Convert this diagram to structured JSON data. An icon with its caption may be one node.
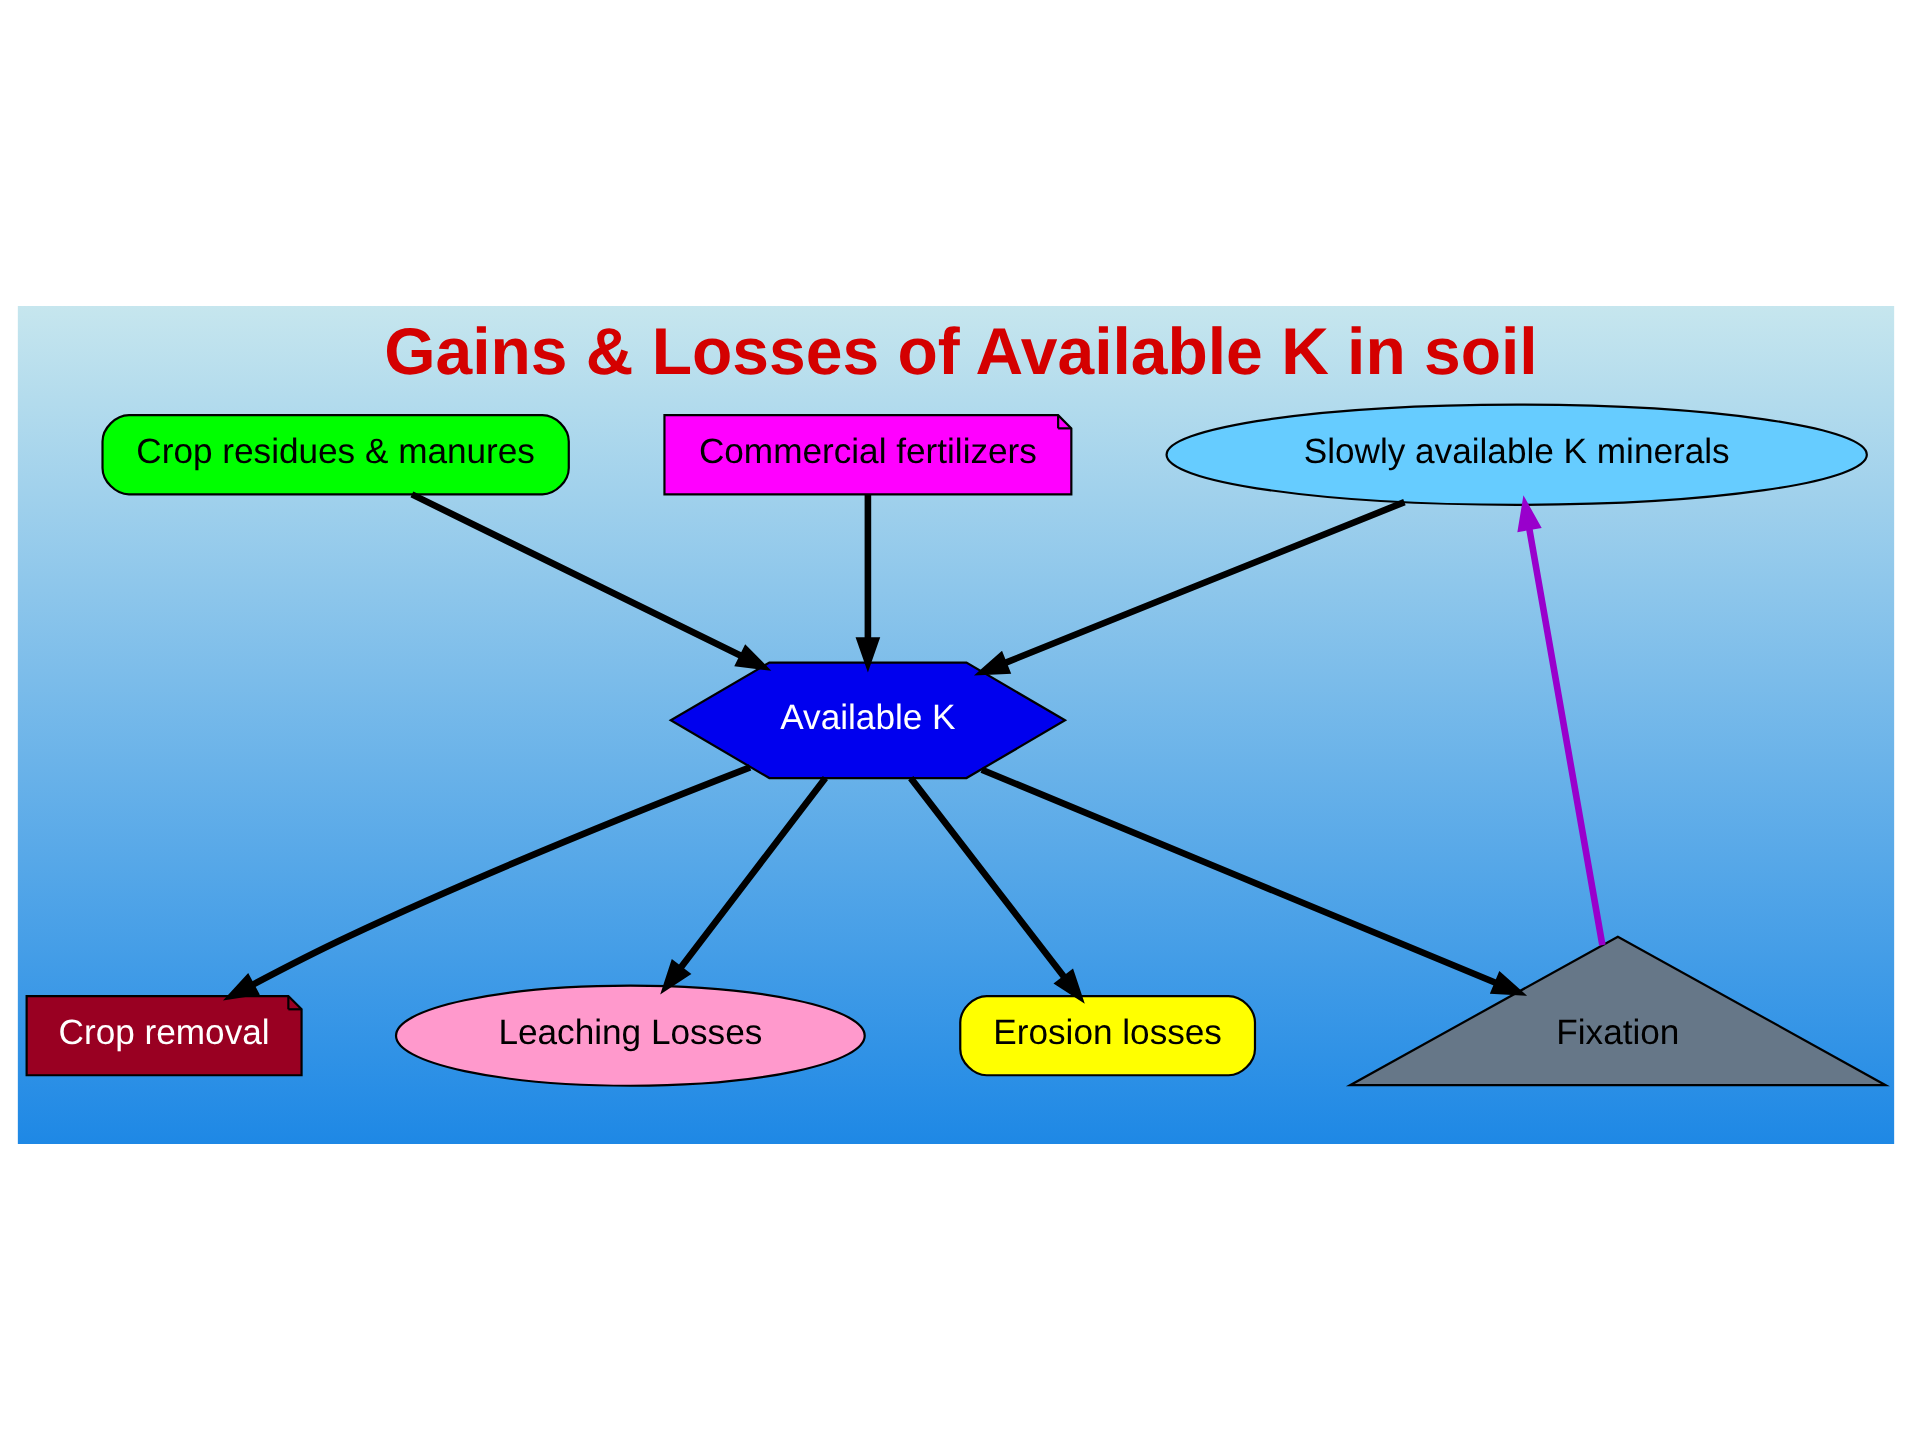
{
  "diagram": {
    "title": "Gains & Losses of Available K in soil",
    "nodes": [
      {
        "text": [
          "Crop residues & manures"
        ]
      },
      {
        "text": [
          "Commercial fertilizers"
        ]
      },
      {
        "text": [
          "Slowly available K minerals"
        ]
      },
      {
        "text": [
          "Available K"
        ]
      },
      {
        "text": [
          "Crop removal"
        ]
      },
      {
        "text": [
          "Leaching Losses"
        ]
      },
      {
        "text": [
          "Erosion losses"
        ]
      },
      {
        "text": [
          "Fixation"
        ]
      }
    ],
    "edges": [
      {
        "from": 0,
        "to": 3,
        "arrow": "to"
      },
      {
        "from": 1,
        "to": 3,
        "arrow": "to"
      },
      {
        "from": 2,
        "to": 3,
        "arrow": "to"
      },
      {
        "from": 3,
        "to": 4,
        "arrow": "to"
      },
      {
        "from": 3,
        "to": 5,
        "arrow": "to"
      },
      {
        "from": 3,
        "to": 6,
        "arrow": "to"
      },
      {
        "from": 3,
        "to": 7,
        "arrow": "to"
      },
      {
        "from": 7,
        "to": 2,
        "arrow": "to",
        "color": "#9900cc"
      }
    ]
  }
}
